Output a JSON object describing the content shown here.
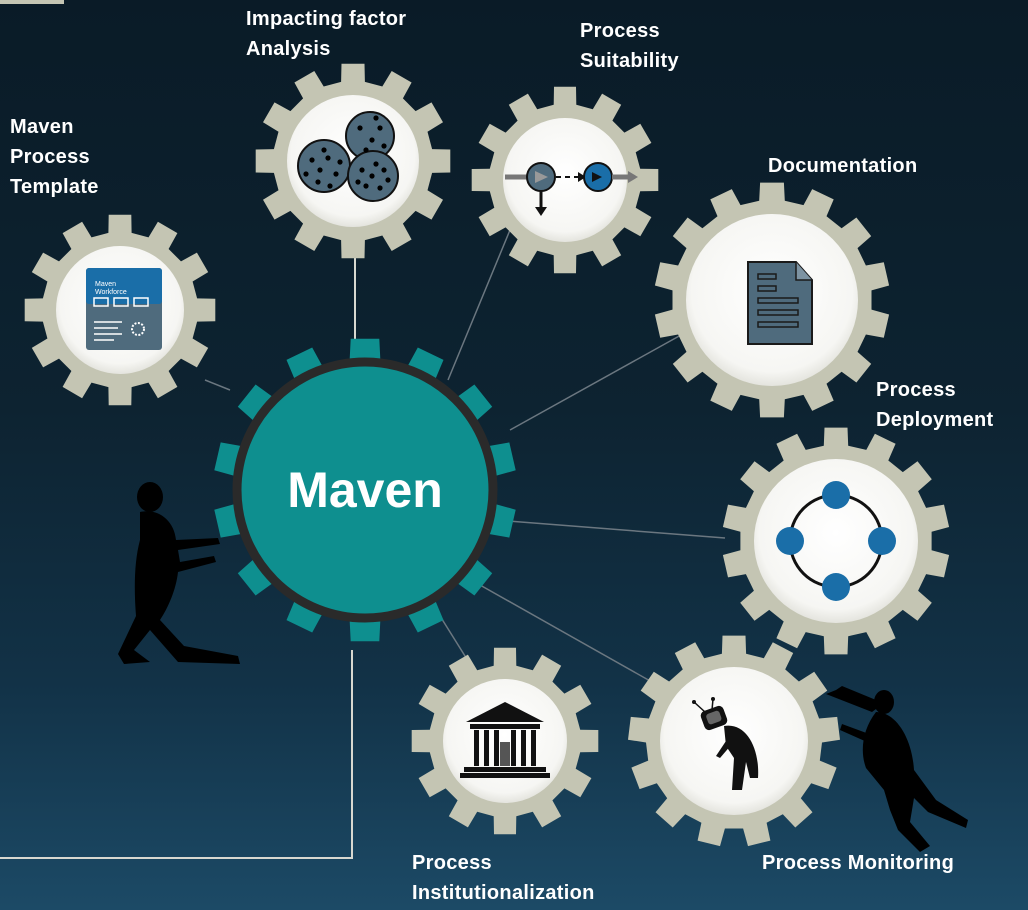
{
  "center": {
    "label": "Maven"
  },
  "nodes": [
    {
      "id": "template",
      "label": "Maven\nProcess\nTemplate",
      "icon": "document-template-icon"
    },
    {
      "id": "impact",
      "label": "Impacting factor\nAnalysis",
      "icon": "cluster-circles-icon"
    },
    {
      "id": "suitability",
      "label": "Process\nSuitability",
      "icon": "process-flow-icon"
    },
    {
      "id": "documentation",
      "label": "Documentation",
      "icon": "document-icon"
    },
    {
      "id": "deployment",
      "label": "Process\nDeployment",
      "icon": "network-ring-icon"
    },
    {
      "id": "monitoring",
      "label": "Process Monitoring",
      "icon": "observer-figure-icon"
    },
    {
      "id": "institutionalization",
      "label": "Process\nInstitutionalization",
      "icon": "institution-building-icon"
    }
  ],
  "template_icon_text": {
    "title": "Maven\nWorkforce"
  },
  "colors": {
    "center_gear": "#0e8f8f",
    "center_ring": "#2a2a2a",
    "satellite_gear": "#c4c5b3",
    "satellite_face": "#ffffff",
    "accent_blue": "#1a6ea8",
    "slate": "#4f6b7d",
    "connector": "#6b7780"
  }
}
